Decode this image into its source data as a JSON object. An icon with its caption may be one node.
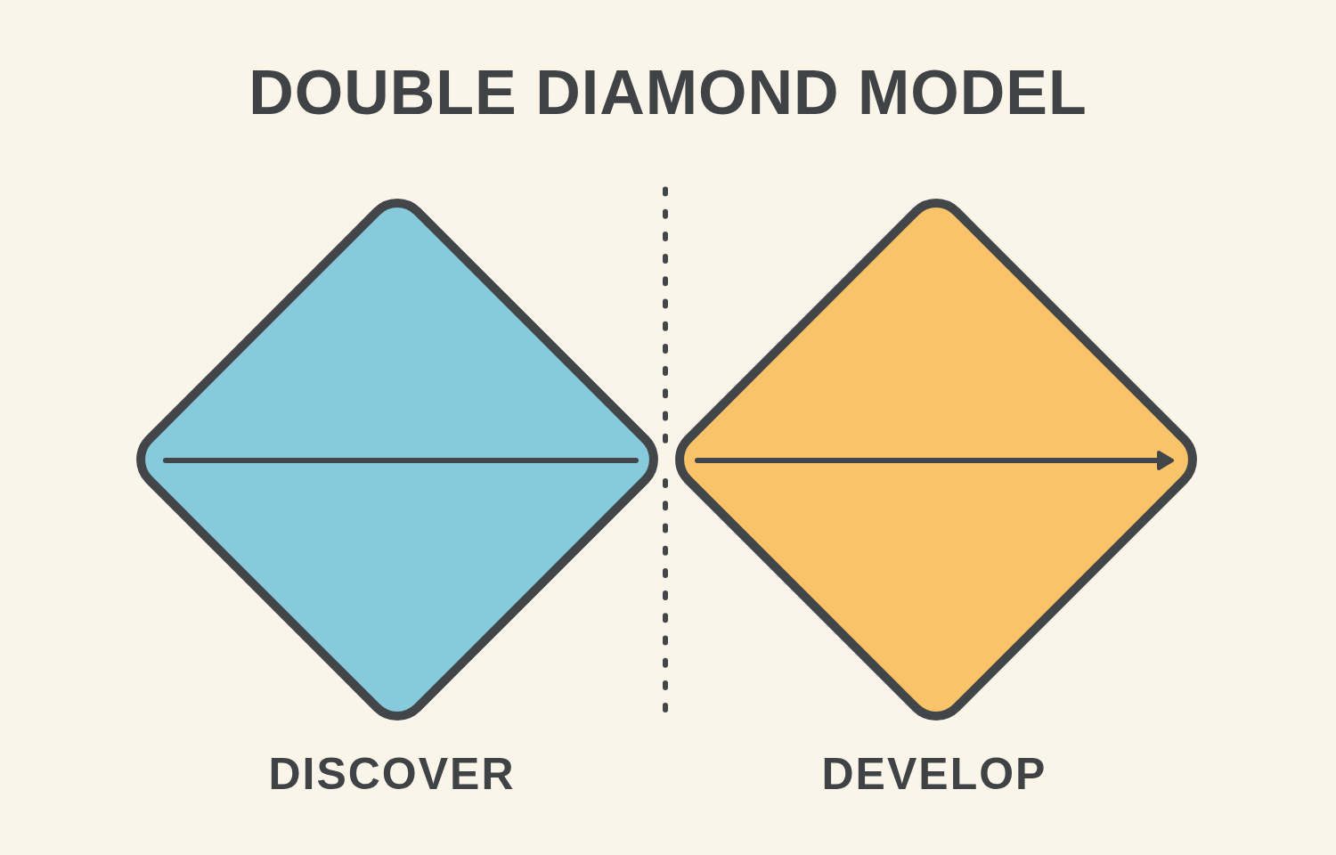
{
  "diagram": {
    "title": "DOUBLE DIAMOND MODEL",
    "nodes": [
      {
        "text": [
          "DISCOVER"
        ]
      },
      {
        "text": [
          "DEVELOP"
        ]
      }
    ]
  }
}
